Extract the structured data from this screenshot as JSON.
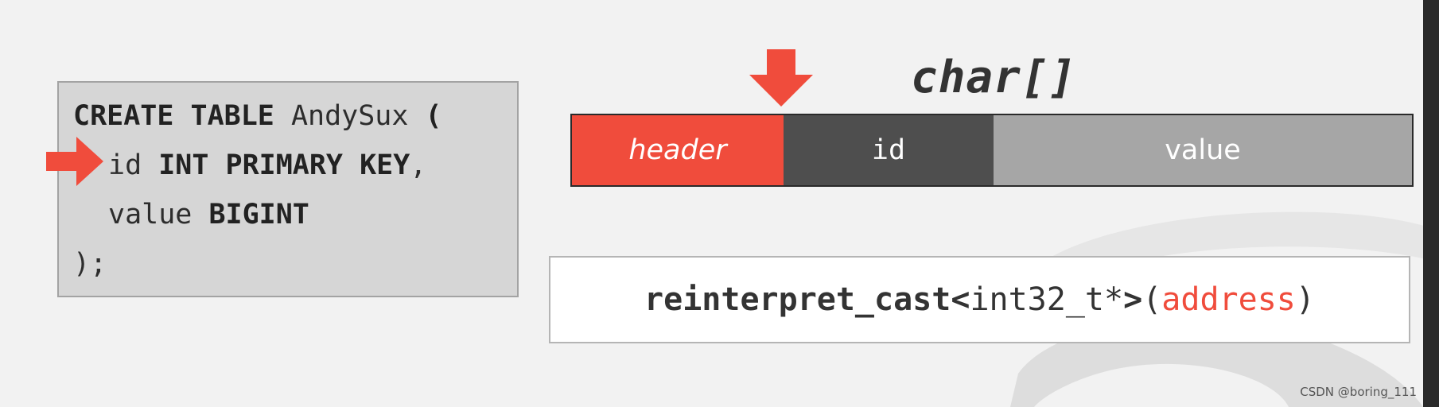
{
  "sql": {
    "line1_kw": "CREATE TABLE",
    "line1_name": " AndySux ",
    "line1_paren": "(",
    "line2_col": "id ",
    "line2_kw": "INT PRIMARY KEY",
    "line2_comma": ",",
    "line3_col": "value ",
    "line3_kw": "BIGINT",
    "line4": ");"
  },
  "tuple": {
    "title": "char[]",
    "segments": {
      "header": "header",
      "id": "id",
      "value": "value"
    }
  },
  "cast": {
    "fn": "reinterpret_cast",
    "lt": "<",
    "type": "int32_t*",
    "gt": ">",
    "open": "(",
    "arg": "address",
    "close": ")"
  },
  "credit": "CSDN @boring_111",
  "colors": {
    "accent": "#f04c3c",
    "id_segment": "#4e4e4e",
    "value_segment": "#a6a6a6",
    "sql_box": "#d6d6d6"
  }
}
